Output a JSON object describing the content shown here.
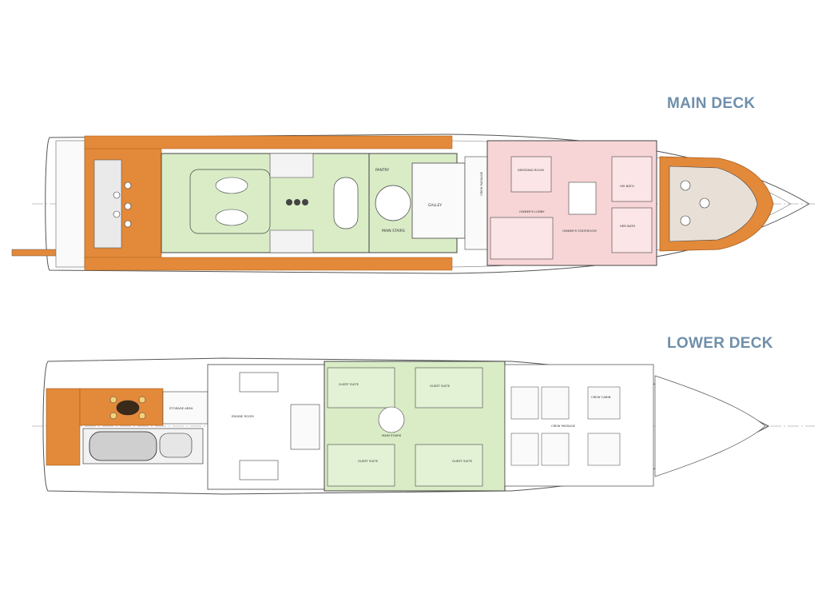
{
  "titles": {
    "main_deck": "MAIN DECK",
    "lower_deck": "LOWER DECK"
  },
  "main_deck_labels": {
    "pantry": "PANTRY",
    "main_stairs": "MAIN STAIRS",
    "galley": "GALLEY",
    "crew_passage": "CREW PASSAGE",
    "dressing_room": "DRESSING ROOM",
    "owners_lobby": "OWNER'S LOBBY",
    "owners_stateroom": "OWNER'S STATEROOM",
    "his_bath": "HIS BATH",
    "her_bath": "HER BATH"
  },
  "lower_deck_labels": {
    "storage_area": "STORAGE AREA",
    "engine_room": "ENGINE ROOM",
    "guest_suite_1": "GUEST SUITE",
    "guest_suite_2": "GUEST SUITE",
    "guest_suite_3": "GUEST SUITE",
    "guest_suite_4": "GUEST SUITE",
    "main_stairs": "MAIN STAIRS",
    "crew_passage": "CREW PASSAGE",
    "crew_cabin": "CREW CABIN"
  },
  "colors": {
    "title": "#6f8fab",
    "teak_deck": "#e3893a",
    "guest_area": "#d9ecc6",
    "owner_area": "#f7d5d7",
    "hull_line": "#555555"
  }
}
